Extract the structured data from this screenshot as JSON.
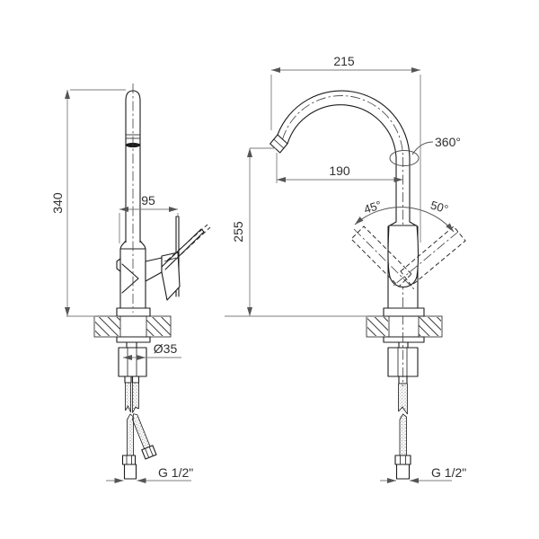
{
  "colors": {
    "background": "#ffffff",
    "part_line": "#1c1c1c",
    "dimension_line": "#7c7c7c",
    "label_text": "#2f2f2f"
  },
  "side_view": {
    "height": "340",
    "body_depth": "95",
    "shank_diameter": "Ø35",
    "connection_thread": "G 1/2\""
  },
  "front_view": {
    "overall_width": "215",
    "spout_reach": "190",
    "height_to_spout": "255",
    "spout_swivel": "360°",
    "handle_angle_left": "45°",
    "handle_angle_right": "50°",
    "connection_thread": "G 1/2\""
  }
}
